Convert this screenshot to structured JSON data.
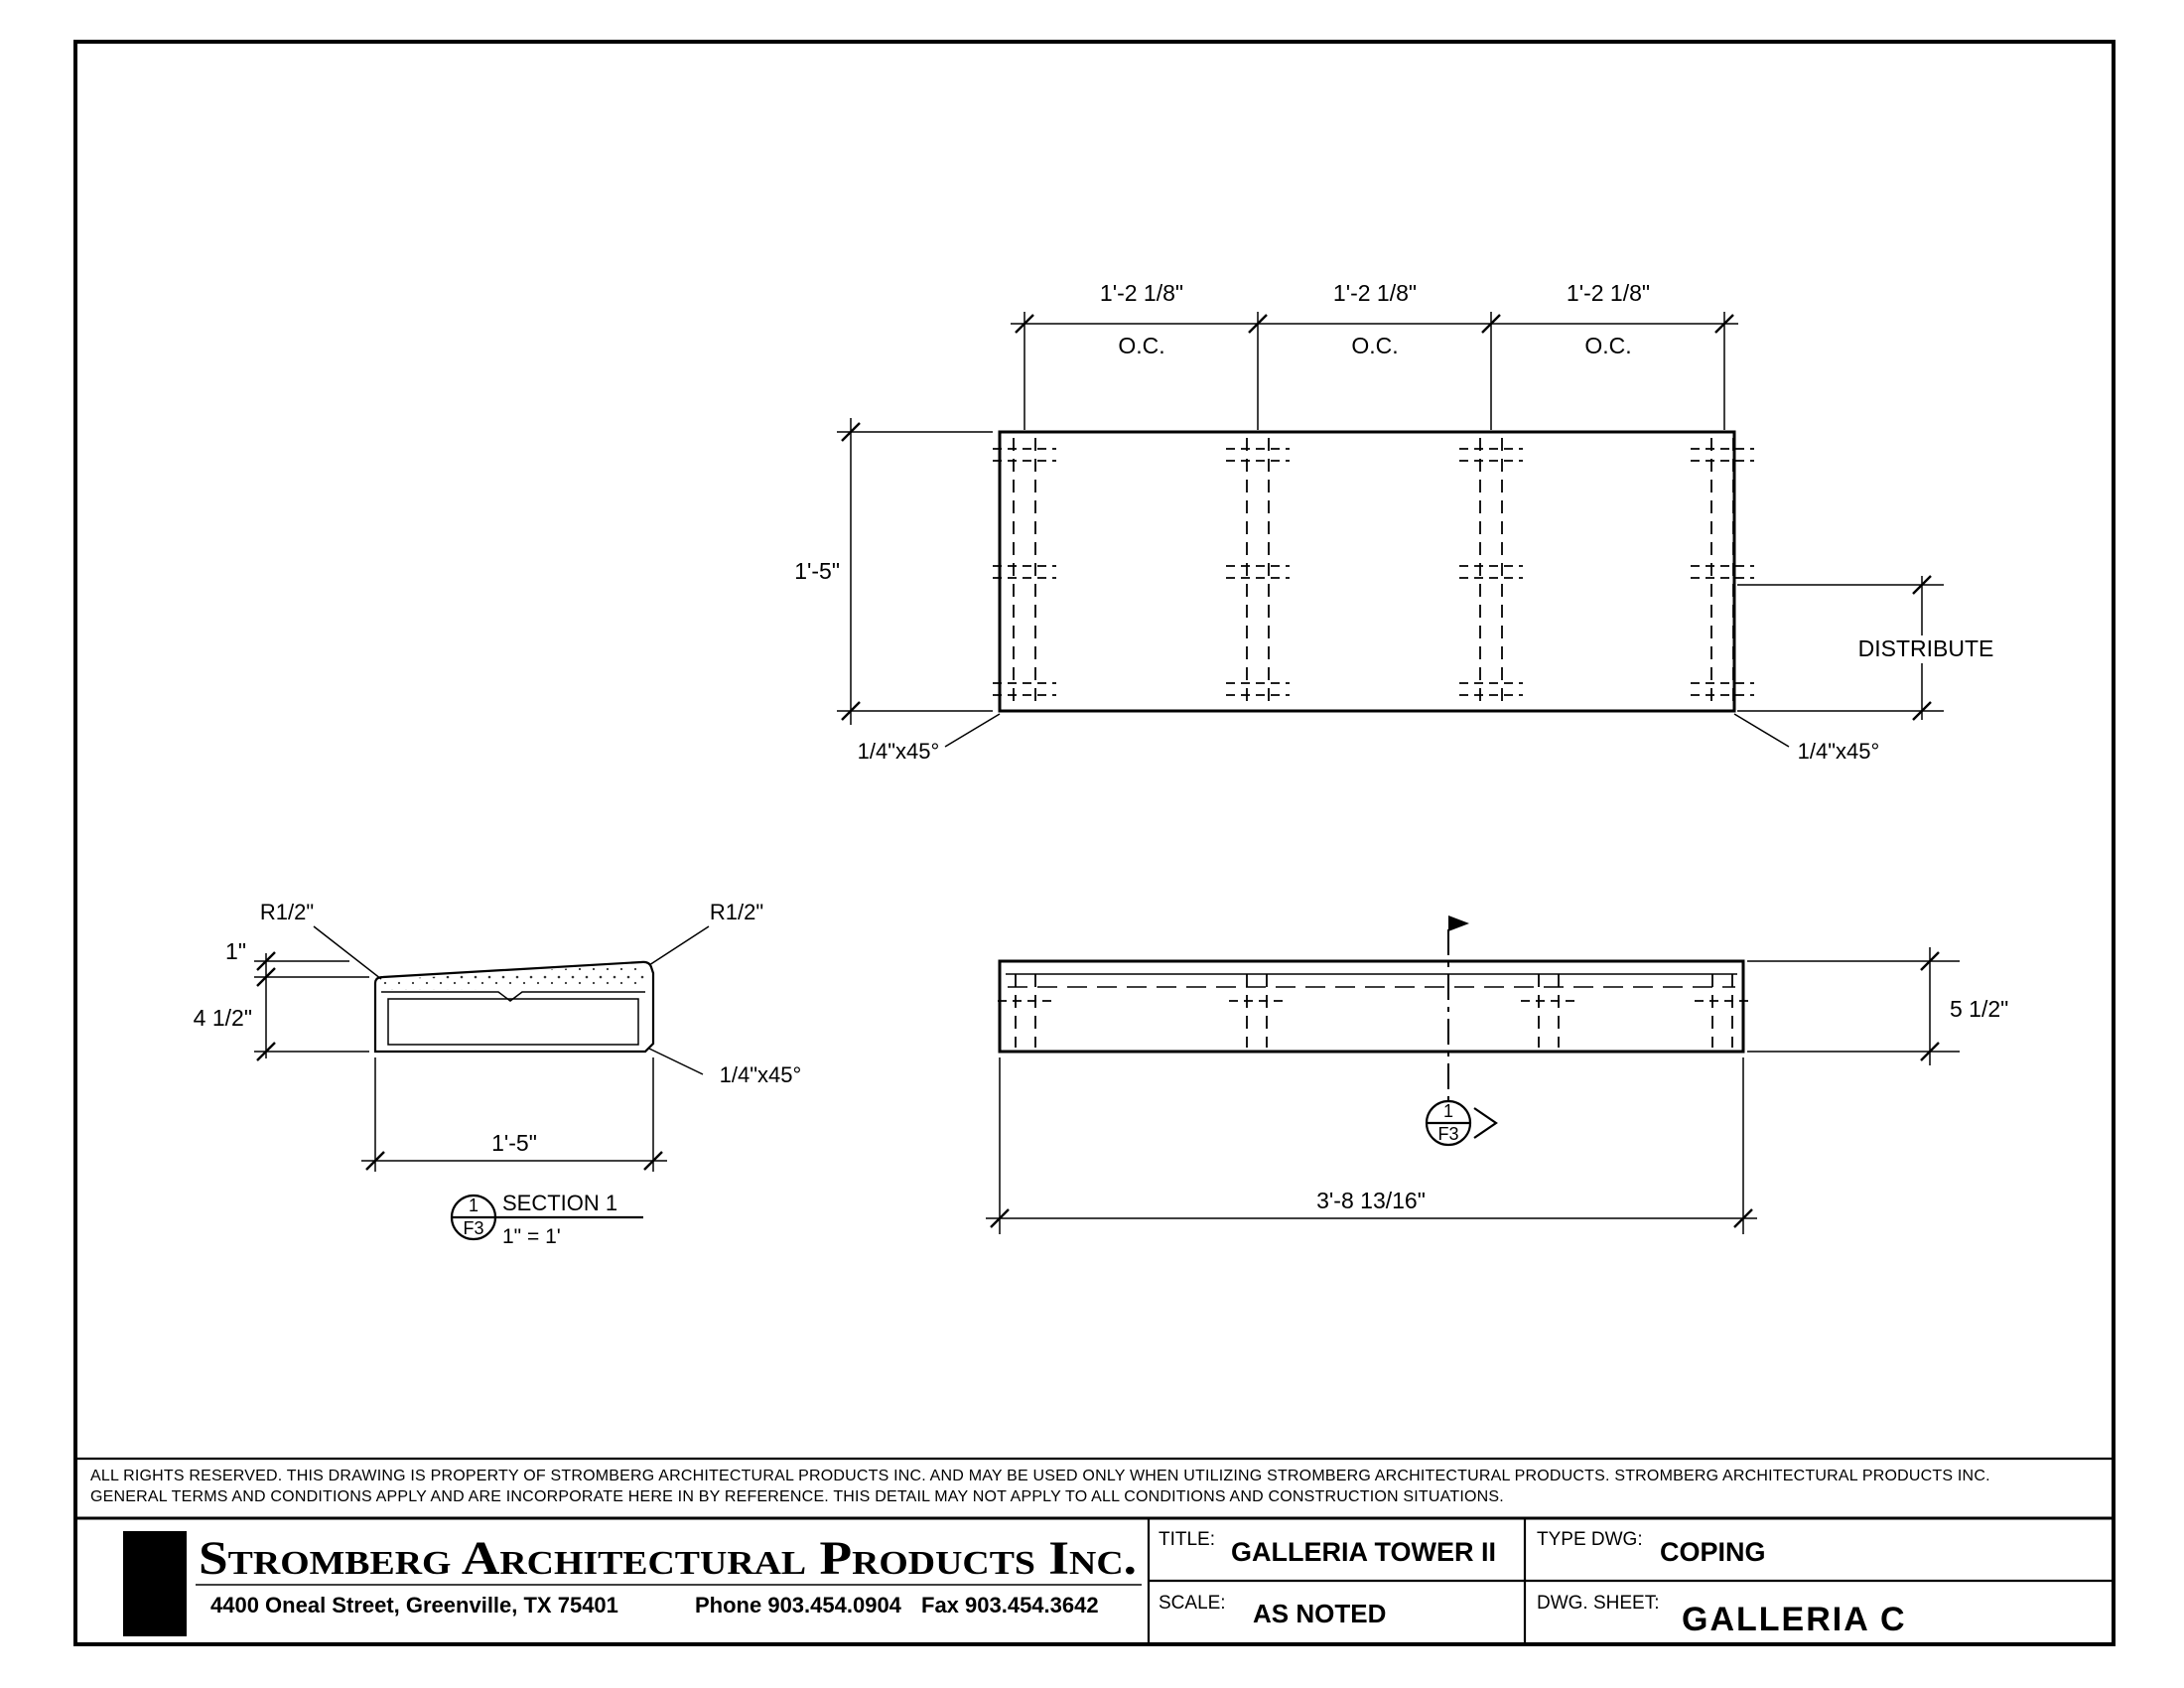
{
  "plan": {
    "oc_dim_1": "1'-2 1/8\"",
    "oc_dim_2": "1'-2 1/8\"",
    "oc_dim_3": "1'-2 1/8\"",
    "oc_label_1": "O.C.",
    "oc_label_2": "O.C.",
    "oc_label_3": "O.C.",
    "height_dim": "1'-5\"",
    "distribute_label": "DISTRIBUTE",
    "chamfer_left": "1/4\"x45°",
    "chamfer_right": "1/4\"x45°"
  },
  "section": {
    "radius_left": "R1/2\"",
    "radius_right": "R1/2\"",
    "top_dim": "1\"",
    "height_dim": "4 1/2\"",
    "chamfer": "1/4\"x45°",
    "width_dim": "1'-5\"",
    "marker_number": "1",
    "marker_sheet": "F3",
    "title": "SECTION 1",
    "scale": "1\" = 1'"
  },
  "elevation": {
    "height_dim": "5 1/2\"",
    "width_dim": "3'-8 13/16\"",
    "marker_number": "1",
    "marker_sheet": "F3"
  },
  "disclaimer": {
    "line1": "ALL RIGHTS RESERVED. THIS DRAWING IS PROPERTY OF STROMBERG ARCHITECTURAL PRODUCTS INC. AND MAY BE USED ONLY WHEN UTILIZING STROMBERG ARCHITECTURAL PRODUCTS.  STROMBERG ARCHITECTURAL PRODUCTS INC.",
    "line2": "GENERAL TERMS AND CONDITIONS APPLY AND ARE INCORPORATE HERE IN BY REFERENCE.  THIS DETAIL MAY NOT APPLY TO ALL CONDITIONS AND CONSTRUCTION SITUATIONS."
  },
  "title_block": {
    "company": "Stromberg Architectural Products Inc.",
    "address": "4400 Oneal Street, Greenville, TX  75401",
    "phone": "Phone 903.454.0904",
    "fax": "Fax 903.454.3642",
    "title_label": "TITLE:",
    "title_value": "GALLERIA TOWER II",
    "type_label": "TYPE DWG:",
    "type_value": "COPING",
    "scale_label": "SCALE:",
    "scale_value": "AS NOTED",
    "sheet_label": "DWG. SHEET:",
    "sheet_value": "GALLERIA C"
  }
}
